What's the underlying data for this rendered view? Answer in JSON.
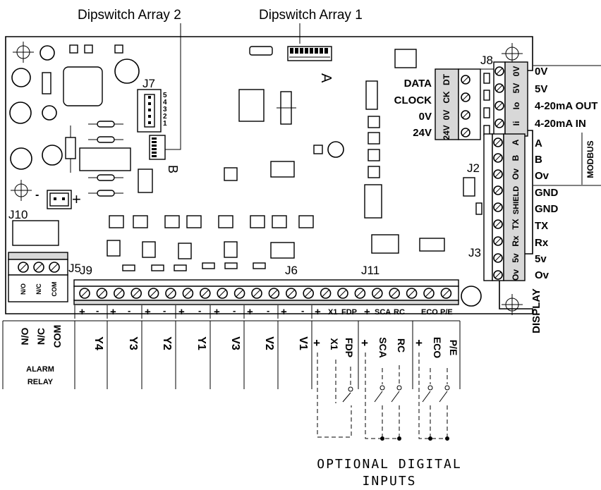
{
  "callouts": {
    "dipswitch2": "Dipswitch Array 2",
    "dipswitch1": "Dipswitch Array 1"
  },
  "markers": {
    "a": "A",
    "b": "B"
  },
  "connectors": {
    "j2": "J2",
    "j3": "J3",
    "j5": "J5",
    "j6": "J6",
    "j7": "J7",
    "j8": "J8",
    "j9": "J9",
    "j10": "J10",
    "j11": "J11"
  },
  "j7_pins": [
    "5",
    "4",
    "3",
    "2",
    "1"
  ],
  "j10_polarity": {
    "minus": "-",
    "plus": "+"
  },
  "left_signals": [
    "DATA",
    "CLOCK",
    "0V",
    "24V"
  ],
  "left_pin_codes": [
    "DT",
    "CK",
    "0V",
    "24V"
  ],
  "right_pin_codes": [
    "0V",
    "5V",
    "Io",
    "Ii"
  ],
  "right_signals": [
    "0V",
    "5V",
    "4-20mA OUT",
    "4-20mA IN"
  ],
  "modbus": {
    "title": "MODBUS",
    "pins": [
      "A",
      "B",
      "Ov"
    ],
    "labels": [
      "A",
      "B",
      "Ov"
    ]
  },
  "display": {
    "title": "DISPLAY",
    "pins": [
      "SHIELD",
      "TX",
      "Rx",
      "5v",
      "Ov"
    ],
    "labels": [
      "GND",
      "GND",
      "TX",
      "Rx",
      "5v",
      "Ov"
    ]
  },
  "relay_terminals": [
    "N/O",
    "N/C",
    "COM"
  ],
  "relay_outputs": [
    "N/O",
    "N/C",
    "COM"
  ],
  "relay_caption": [
    "ALARM",
    "RELAY"
  ],
  "polarity_row": [
    "+",
    "-",
    "+",
    "-",
    "+",
    "-",
    "+",
    "-",
    "+",
    "-",
    "+",
    "-",
    "+",
    "-",
    "+",
    "X1",
    "FDP",
    "+",
    "SCA",
    "RC",
    "ECO",
    "P/E"
  ],
  "analog_outputs": [
    "Y4",
    "Y3",
    "Y2",
    "Y1",
    "V3",
    "V2",
    "V1"
  ],
  "digital_inputs": [
    "+",
    "X1",
    "FDP",
    "+",
    "SCA",
    "RC",
    "+",
    "ECO",
    "P/E"
  ],
  "footer": [
    "OPTIONAL DIGITAL",
    "INPUTS"
  ]
}
